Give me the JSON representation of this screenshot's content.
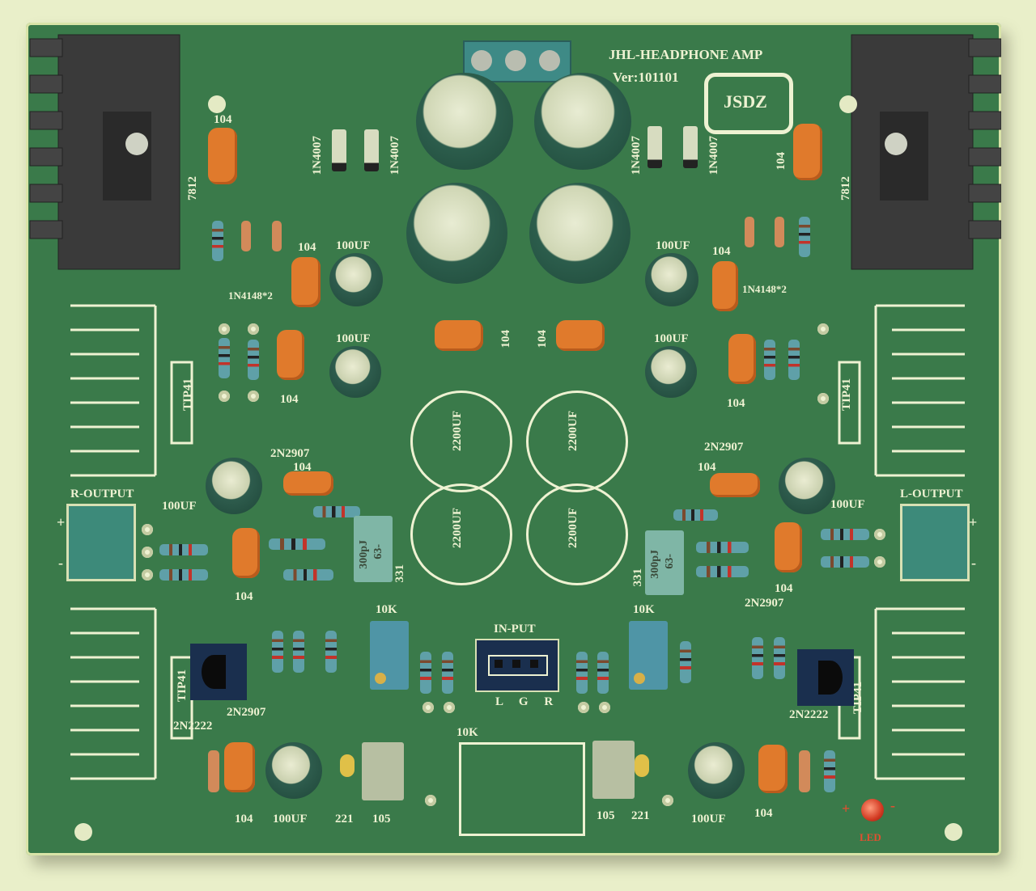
{
  "board": {
    "title": "JHL-HEADPHONE AMP",
    "version": "Ver:101101",
    "logo": "JSDZ"
  },
  "labels": {
    "reg_left": "7812",
    "reg_right": "7812",
    "c104": "104",
    "uf100": "100UF",
    "uf2200": "2200UF",
    "diode_4148": "1N4148*2",
    "diode_4007": "1N4007",
    "tip41": "TIP41",
    "pnp": "2N2907",
    "npn": "2N2222",
    "pf300": "300pJ",
    "pf300_v": "63-",
    "c331": "331",
    "c221": "221",
    "c105": "105",
    "r10k": "10K",
    "r_output": "R-OUTPUT",
    "l_output": "L-OUTPUT",
    "input": "IN-PUT",
    "input_pins": "L G R",
    "led": "LED",
    "plus": "+",
    "minus": "-"
  }
}
